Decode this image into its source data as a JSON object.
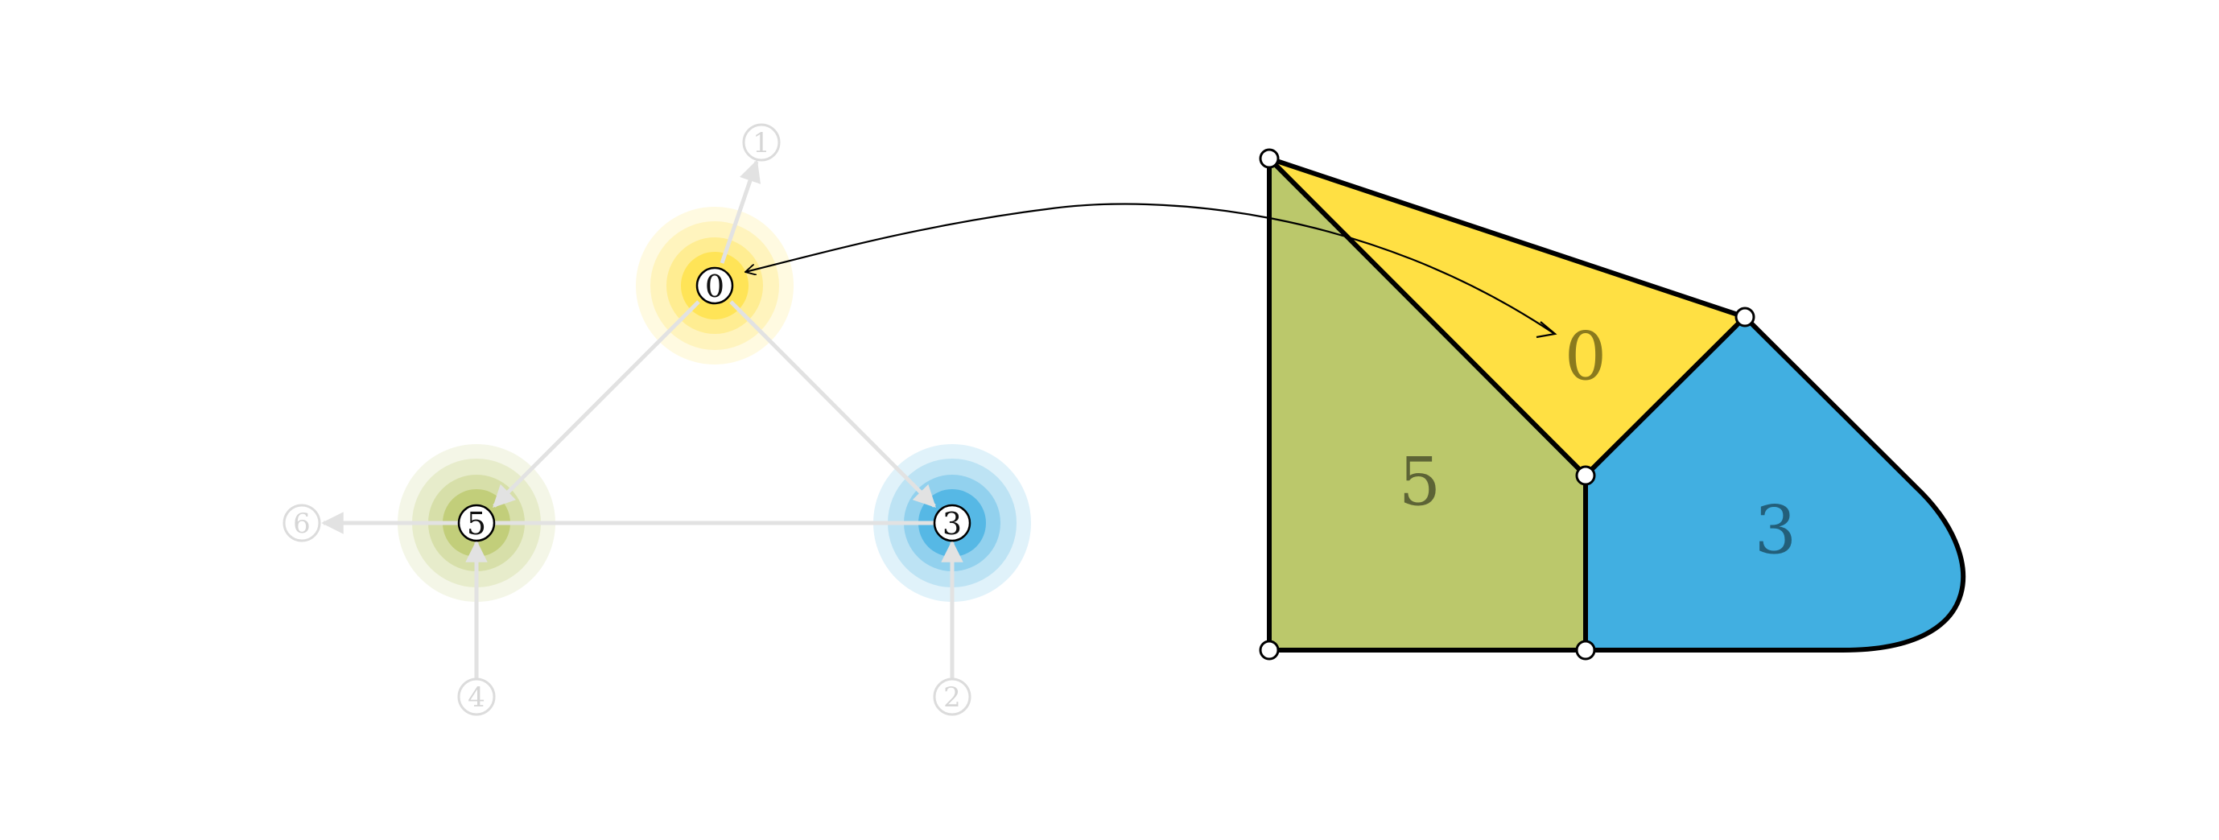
{
  "graph": {
    "nodes": [
      {
        "id": "0",
        "label": "0",
        "role": "active",
        "color": "#ffe043"
      },
      {
        "id": "3",
        "label": "3",
        "role": "active",
        "color": "#41afe1"
      },
      {
        "id": "5",
        "label": "5",
        "role": "active",
        "color": "#bbc86b"
      },
      {
        "id": "1",
        "label": "1",
        "role": "ghost"
      },
      {
        "id": "2",
        "label": "2",
        "role": "ghost"
      },
      {
        "id": "4",
        "label": "4",
        "role": "ghost"
      },
      {
        "id": "6",
        "label": "6",
        "role": "ghost"
      }
    ],
    "edges": [
      {
        "from": "0",
        "to": "5",
        "arrow": true
      },
      {
        "from": "0",
        "to": "3",
        "arrow": true
      },
      {
        "from": "3",
        "to": "5",
        "arrow": false
      },
      {
        "from": "0",
        "to": "1",
        "arrow": true
      },
      {
        "from": "5",
        "to": "6",
        "arrow": true
      },
      {
        "from": "4",
        "to": "5",
        "arrow": true
      },
      {
        "from": "2",
        "to": "3",
        "arrow": true
      }
    ]
  },
  "regions": [
    {
      "id": "region-0",
      "label": "0",
      "fill": "#ffe043",
      "label_color": "#8a7a1e"
    },
    {
      "id": "region-5",
      "label": "5",
      "fill": "#bbc86b",
      "label_color": "#5d6436"
    },
    {
      "id": "region-3",
      "label": "3",
      "fill": "#41afe1",
      "label_color": "#235f7a"
    }
  ],
  "colors": {
    "edge_ghost": "#e2e2e2",
    "outline": "#000000",
    "vertex_fill": "#ffffff"
  }
}
